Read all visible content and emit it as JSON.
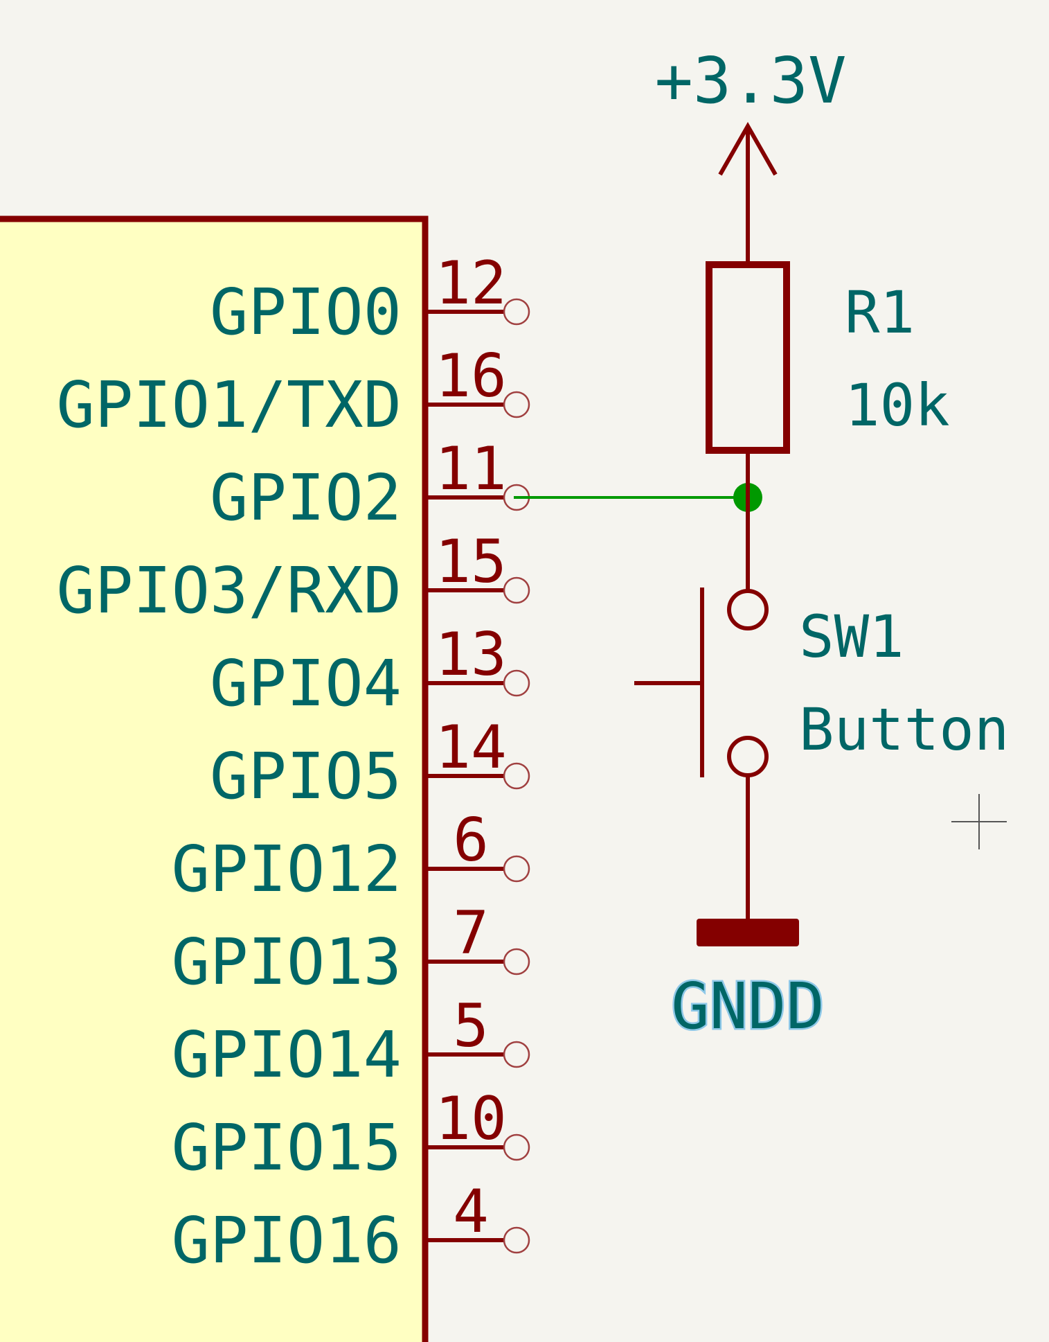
{
  "schematic": {
    "power": {
      "label": "+3.3V"
    },
    "ground": {
      "label": "GNDD"
    },
    "resistor": {
      "reference": "R1",
      "value": "10k"
    },
    "switch": {
      "reference": "SW1",
      "value": "Button"
    },
    "ic_pins": [
      {
        "name": "GPIO0",
        "number": "12"
      },
      {
        "name": "GPIO1/TXD",
        "number": "16"
      },
      {
        "name": "GPIO2",
        "number": "11"
      },
      {
        "name": "GPIO3/RXD",
        "number": "15"
      },
      {
        "name": "GPIO4",
        "number": "13"
      },
      {
        "name": "GPIO5",
        "number": "14"
      },
      {
        "name": "GPIO12",
        "number": "6"
      },
      {
        "name": "GPIO13",
        "number": "7"
      },
      {
        "name": "GPIO14",
        "number": "5"
      },
      {
        "name": "GPIO15",
        "number": "10"
      },
      {
        "name": "GPIO16",
        "number": "4"
      }
    ]
  },
  "colors": {
    "background": "#f5f4ef",
    "ic_body": "#ffffc2",
    "component": "#840000",
    "text": "#006666",
    "wire": "#009900",
    "ground_label_glow": "#8ec8e8"
  }
}
